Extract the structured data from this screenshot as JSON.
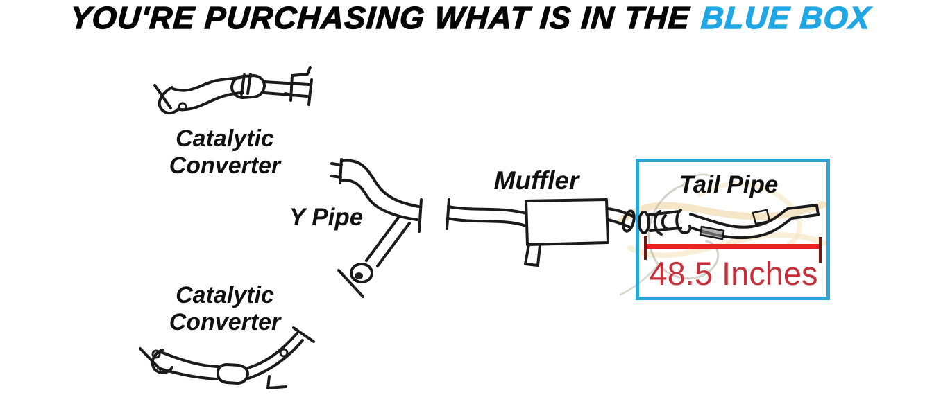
{
  "title": {
    "main": "YOU'RE PURCHASING WHAT IS IN THE",
    "highlight": "BLUE BOX"
  },
  "parts": {
    "catalytic_converter_top": "Catalytic Converter",
    "y_pipe": "Y Pipe",
    "muffler": "Muffler",
    "tail_pipe": "Tail Pipe",
    "catalytic_converter_bottom": "Catalytic Converter"
  },
  "measurement": {
    "length_label": "48.5 Inches"
  },
  "colors": {
    "title_black": "#050505",
    "highlight_blue": "#1fa6e4",
    "box_border_blue": "#2ba4d6",
    "measure_line_red": "#e8221c",
    "measure_tick_dark_red": "#6e1713",
    "measure_text_red": "#c5303a",
    "sketch_ink": "#1a1a1a",
    "watermark_gold": "#eccd92",
    "watermark_grey": "#b3ab9a"
  }
}
